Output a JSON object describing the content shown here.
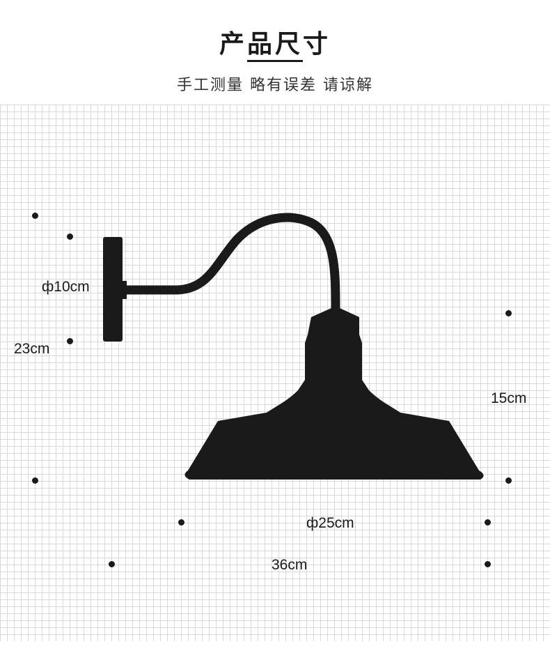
{
  "header": {
    "title": "产品尺寸",
    "subtitle": "手工测量 略有误差 请谅解"
  },
  "dimensions": {
    "backplate_diameter": "ф10cm",
    "arm_height": "23cm",
    "shade_height": "15cm",
    "shade_diameter": "ф25cm",
    "total_length": "36cm"
  },
  "colors": {
    "lamp": "#1a1a1a",
    "grid_line": "#d8d8d8",
    "background": "#ffffff"
  }
}
